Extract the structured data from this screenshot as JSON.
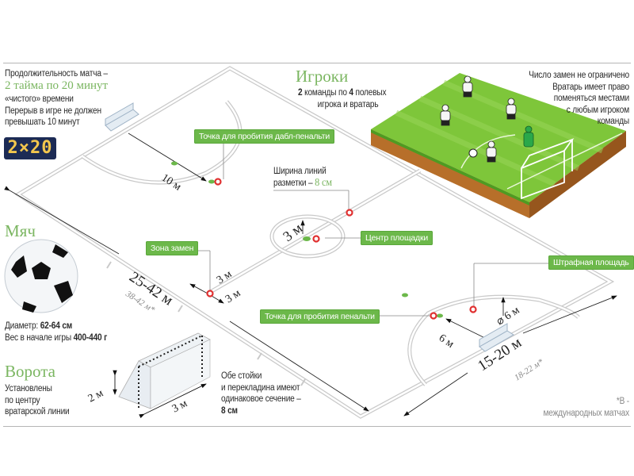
{
  "match": {
    "duration_line1": "Продолжительность матча –",
    "duration_highlight": "2 тайма по 20 минут",
    "duration_line3": "«чистого» времени",
    "break_line1": "Перерыв в игре не должен",
    "break_line2": "превышать 10 минут",
    "scoreboard": "2×20"
  },
  "players": {
    "title": "Игроки",
    "desc_prefix": "2",
    "desc_mid": " команды по ",
    "desc_num": "4",
    "desc_suffix": " полевых",
    "desc_line2": "игрока и вратарь"
  },
  "substitutions": {
    "lines": [
      "Число замен не ограничено",
      "Вратарь имеет право",
      "поменяться местами",
      "с любым игроком",
      "команды"
    ]
  },
  "ball": {
    "title": "Мяч",
    "diameter_label": "Диаметр: ",
    "diameter_value": "62-64 см",
    "weight_label": "Вес в начале игры ",
    "weight_value": "400-440 г"
  },
  "goal": {
    "title": "Ворота",
    "lines": [
      "Установлены",
      "по центру",
      "вратарской линии"
    ],
    "height_dim": "2 м",
    "width_dim": "3 м",
    "section_lines": [
      "Обе стойки",
      "и перекладина имеют",
      "одинаковое сечение –"
    ],
    "section_value": "8 см"
  },
  "markings": {
    "line_width_label1": "Ширина линий",
    "line_width_label2": "разметки – ",
    "line_width_value": "8 см"
  },
  "callouts": {
    "double_penalty": "Точка для пробития дабл-пенальти",
    "center": "Центр площадки",
    "sub_zone": "Зона замен",
    "penalty": "Точка для пробития пенальти",
    "penalty_area": "Штрафная площадь"
  },
  "dimensions": {
    "length": "25-42 м",
    "length_intl": "38-42 м*",
    "width": "15-20 м",
    "width_intl": "18-22 м*",
    "double_penalty_dist": "10 м",
    "center_circle": "3 м",
    "sub_zone_a": "3 м",
    "sub_zone_b": "3 м",
    "penalty_dist": "6 м",
    "area_radius": "⌀ 6 м"
  },
  "footnote": {
    "line1": "*В -",
    "line2": "международных матчах"
  },
  "colors": {
    "accent_green": "#6cb84a",
    "title_green": "#7bb661",
    "marker_red": "#e03030",
    "scoreboard_bg": "#1c2b55",
    "scoreboard_digits": "#f2c64d"
  }
}
